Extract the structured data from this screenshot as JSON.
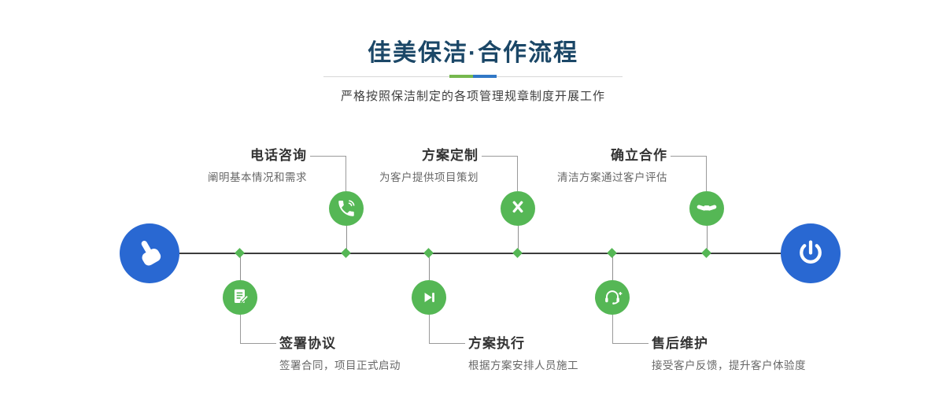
{
  "page": {
    "title": "佳美保洁·合作流程",
    "subtitle": "严格按照保洁制定的各项管理规章制度开展工作"
  },
  "colors": {
    "title_navy": "#1b4767",
    "brand_green": "#55b755",
    "brand_blue": "#2968d2",
    "divider_green": "#76b84e",
    "divider_blue": "#3178c6",
    "timeline_dark": "#3c3c3c"
  },
  "timeline": {
    "start_icon": "pointing-hand-icon",
    "end_icon": "power-icon"
  },
  "steps": {
    "top": [
      {
        "title": "电话咨询",
        "desc": "阐明基本情况和需求",
        "icon": "phone-icon"
      },
      {
        "title": "方案定制",
        "desc": "为客户提供项目策划",
        "icon": "pen-tools-icon"
      },
      {
        "title": "确立合作",
        "desc": "清洁方案通过客户评估",
        "icon": "handshake-icon"
      }
    ],
    "bottom": [
      {
        "title": "签署协议",
        "desc": "签署合同，项目正式启动",
        "icon": "contract-icon"
      },
      {
        "title": "方案执行",
        "desc": "根据方案安排人员施工",
        "icon": "play-next-icon"
      },
      {
        "title": "售后维护",
        "desc": "接受客户反馈，提升客户体验度",
        "icon": "headset-icon"
      }
    ]
  }
}
